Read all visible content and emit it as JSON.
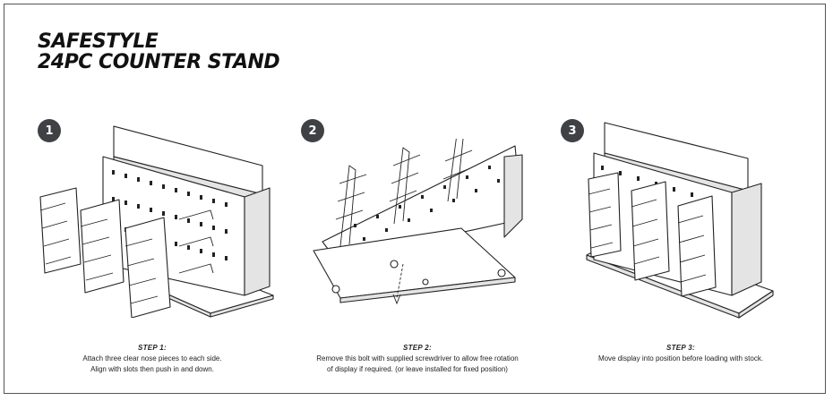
{
  "title": {
    "line1": "SAFESTYLE",
    "line2": "24PC COUNTER STAND"
  },
  "steps": [
    {
      "number": "1",
      "heading": "STEP 1:",
      "line1": "Attach three clear nose pieces to each side.",
      "line2": "Align with slots then push in and down."
    },
    {
      "number": "2",
      "heading": "STEP 2:",
      "line1": "Remove this bolt with supplied screwdriver to allow free rotation",
      "line2": "of display if required. (or leave installed for fixed position)"
    },
    {
      "number": "3",
      "heading": "STEP 3:",
      "line1": "Move display into position before loading with stock.",
      "line2": ""
    }
  ]
}
